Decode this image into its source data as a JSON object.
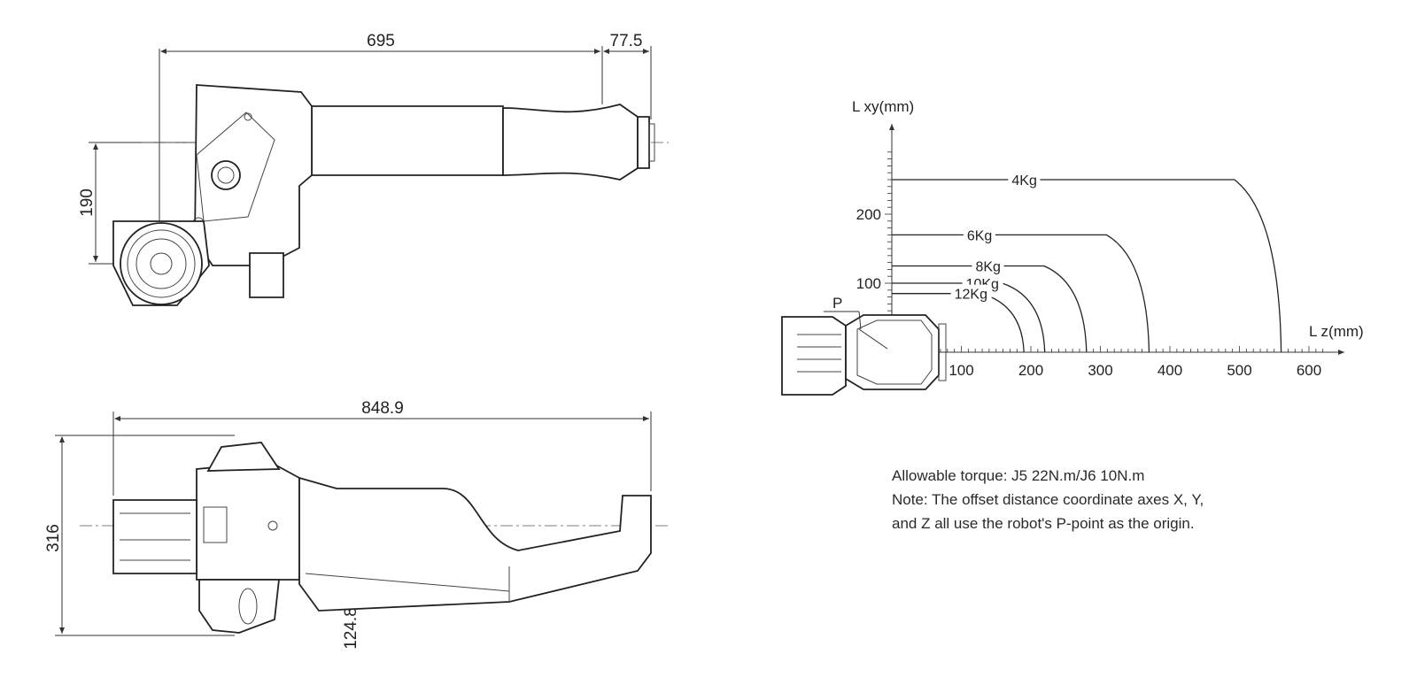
{
  "top_view": {
    "dim_length": "695",
    "dim_flange": "77.5",
    "dim_height": "190"
  },
  "side_view": {
    "dim_length": "848.9",
    "dim_height": "316",
    "dim_offset": "124.8"
  },
  "load_chart": {
    "y_axis_label": "L xy(mm)",
    "x_axis_label": "L z(mm)",
    "point_label": "P",
    "y_ticks": [
      "100",
      "200"
    ],
    "x_ticks": [
      "100",
      "200",
      "300",
      "400",
      "500",
      "600"
    ],
    "curves": [
      {
        "label": "4Kg",
        "lxy": 250,
        "lz": 560
      },
      {
        "label": "6Kg",
        "lxy": 170,
        "lz": 370
      },
      {
        "label": "8Kg",
        "lxy": 125,
        "lz": 280
      },
      {
        "label": "10Kg",
        "lxy": 100,
        "lz": 220
      },
      {
        "label": "12Kg",
        "lxy": 85,
        "lz": 190
      }
    ]
  },
  "notes": {
    "line1": "Allowable torque: J5 22N.m/J6 10N.m",
    "line2": "Note: The offset distance coordinate axes X, Y,",
    "line3": "and Z all use the robot's P-point as the origin."
  }
}
